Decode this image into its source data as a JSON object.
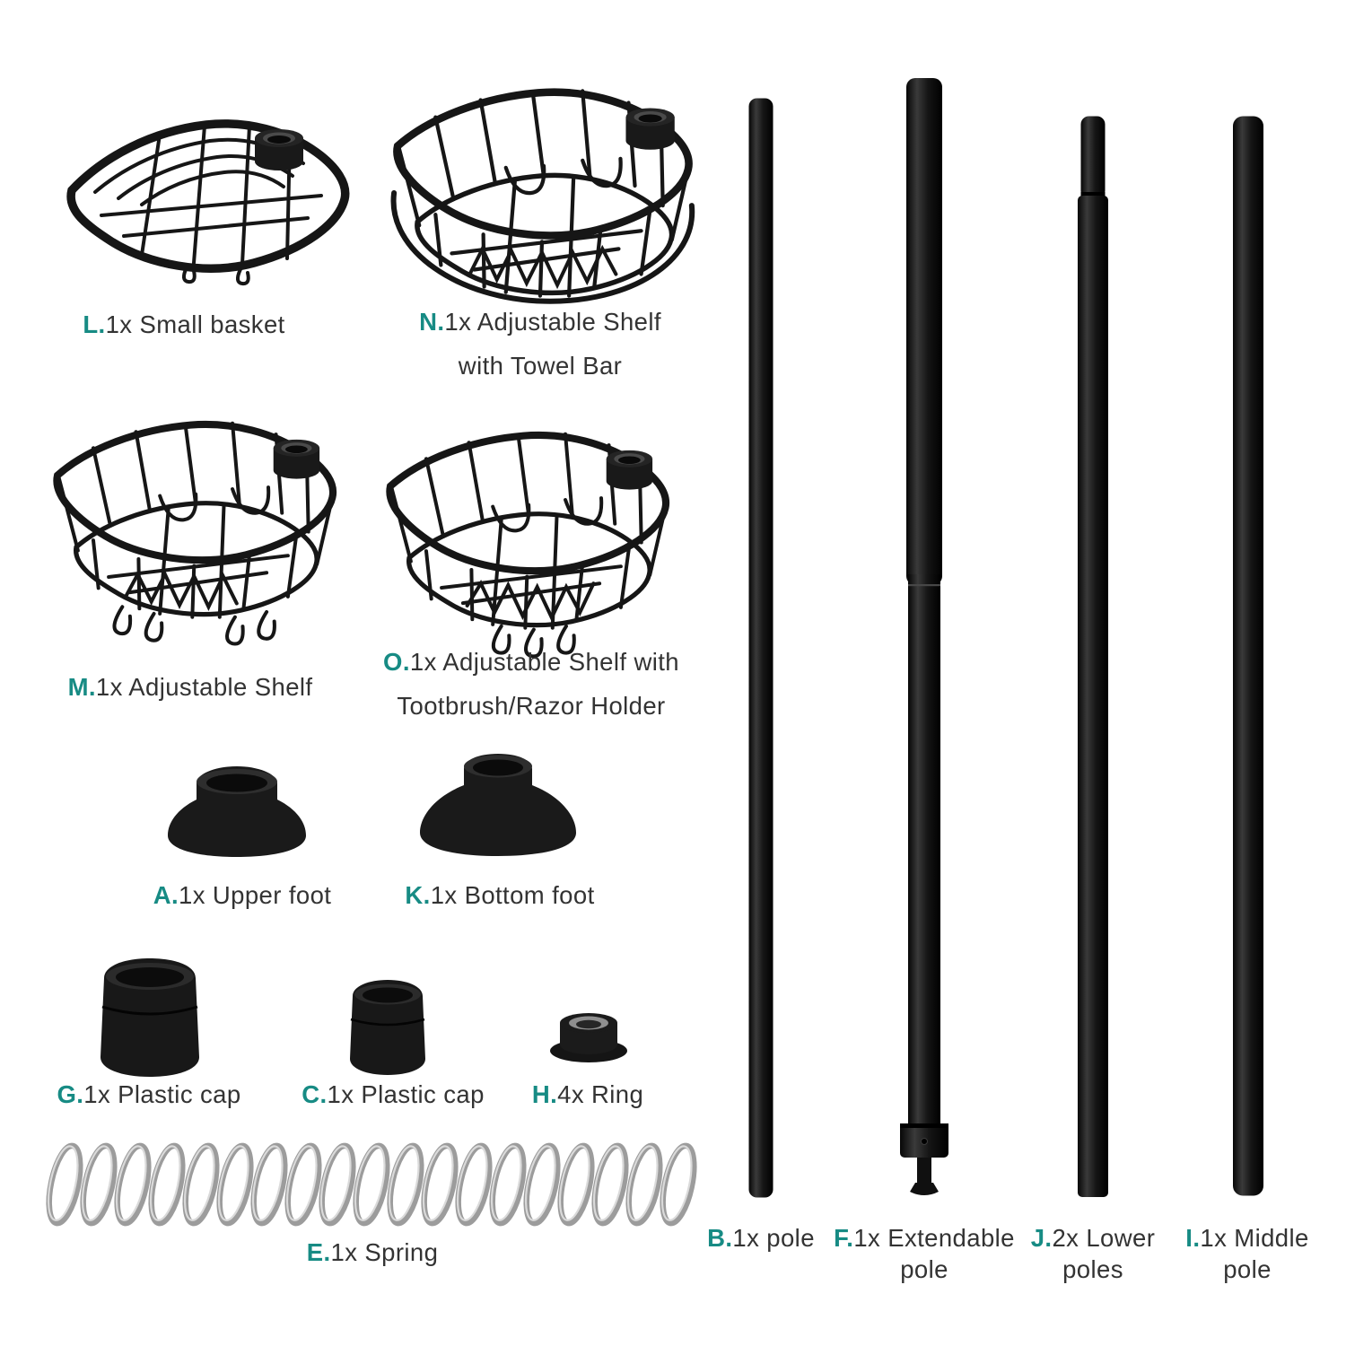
{
  "page": {
    "background": "#ffffff",
    "accent": "#178b84",
    "text_color": "#333333",
    "part_color": "#161616",
    "spring_color": "#9c9c9c"
  },
  "parts": {
    "L": {
      "letter": "L.",
      "line1": "1x Small basket",
      "image": "wire-corner-small-basket"
    },
    "N": {
      "letter": "N.",
      "line1": "1x Adjustable Shelf",
      "line2": "with Towel Bar",
      "image": "wire-corner-shelf-with-towel-bar"
    },
    "M": {
      "letter": "M.",
      "line1": "1x Adjustable Shelf",
      "image": "wire-corner-shelf"
    },
    "O": {
      "letter": "O.",
      "line1": "1x Adjustable Shelf with",
      "line2": "Tootbrush/Razor Holder",
      "image": "wire-corner-shelf-with-holder"
    },
    "A": {
      "letter": "A.",
      "line1": "1x Upper foot",
      "image": "upper-foot"
    },
    "K": {
      "letter": "K.",
      "line1": "1x Bottom foot",
      "image": "bottom-foot"
    },
    "G": {
      "letter": "G.",
      "line1": "1x Plastic cap",
      "image": "large-plastic-cap"
    },
    "C": {
      "letter": "C.",
      "line1": "1x Plastic cap",
      "image": "small-plastic-cap"
    },
    "H": {
      "letter": "H.",
      "line1": "4x Ring",
      "image": "ring"
    },
    "E": {
      "letter": "E.",
      "line1": "1x Spring",
      "image": "spring"
    },
    "B": {
      "letter": "B.",
      "line1": "1x pole",
      "image": "pole"
    },
    "F": {
      "letter": "F.",
      "line1": "1x Extendable",
      "line2": "pole",
      "image": "extendable-pole"
    },
    "J": {
      "letter": "J.",
      "line1": "2x Lower",
      "line2": "poles",
      "image": "lower-pole"
    },
    "I": {
      "letter": "I.",
      "line1": "1x Middle",
      "line2": "pole",
      "image": "middle-pole"
    }
  }
}
